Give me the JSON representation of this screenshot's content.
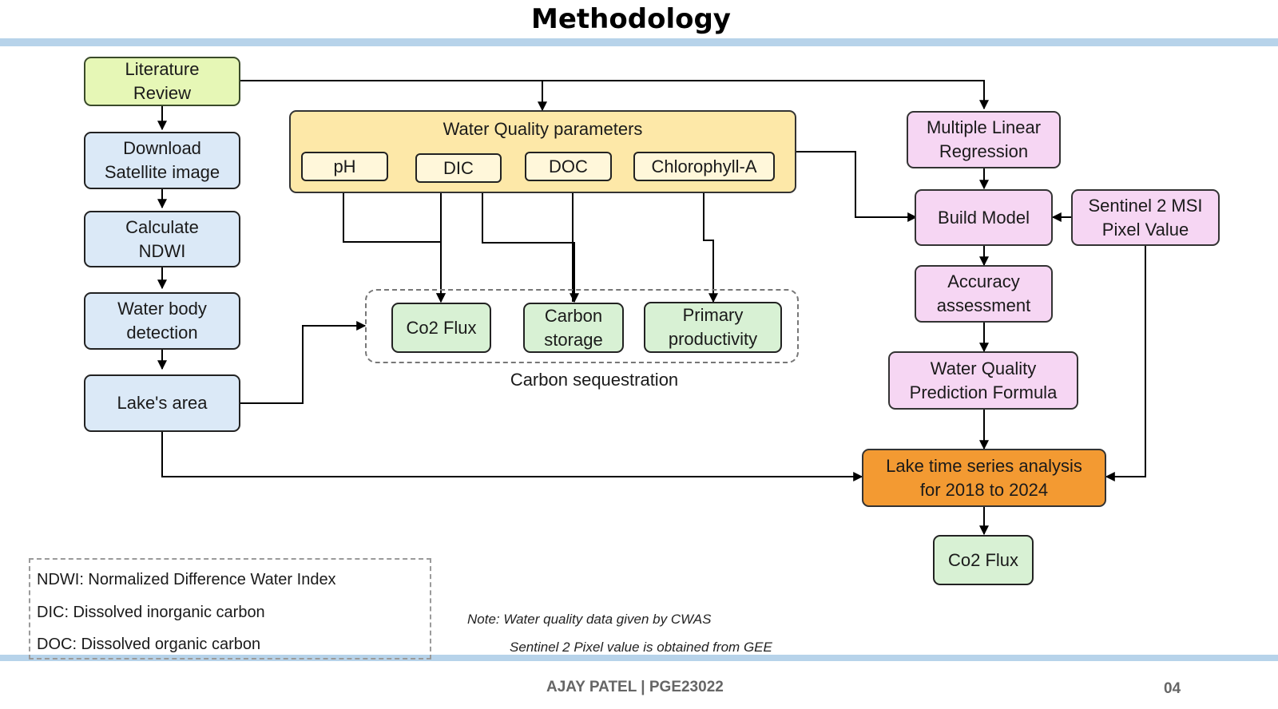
{
  "title": "Methodology",
  "boxes": {
    "literature_review": "Literature\nReview",
    "download_satellite": "Download\nSatellite image",
    "calculate_ndwi": "Calculate\nNDWI",
    "water_body_detection": "Water body\ndetection",
    "lakes_area": "Lake's area",
    "water_quality_title": "Water Quality parameters",
    "ph": "pH",
    "dic": "DIC",
    "doc": "DOC",
    "chlorophyll": "Chlorophyll-A",
    "co2_flux": "Co2 Flux",
    "carbon_storage": "Carbon\nstorage",
    "primary_productivity": "Primary\nproductivity",
    "carbon_sequestration": "Carbon sequestration",
    "multiple_linear_regression": "Multiple Linear\nRegression",
    "build_model": "Build Model",
    "sentinel_pixel": "Sentinel 2 MSI\nPixel Value",
    "accuracy_assessment": "Accuracy\nassessment",
    "wq_prediction_formula": "Water Quality\nPrediction Formula",
    "lake_time_series": "Lake time series analysis\nfor 2018 to 2024",
    "co2_flux_output": "Co2 Flux"
  },
  "legend": [
    "NDWI: Normalized Difference Water Index",
    "DIC: Dissolved inorganic carbon",
    "DOC: Dissolved organic carbon"
  ],
  "notes": {
    "line1": "Note: Water quality data given by CWAS",
    "line2": "Sentinel 2 Pixel value is obtained from GEE"
  },
  "footer": {
    "author": "AJAY PATEL | PGE23022",
    "page": "04"
  },
  "colors": {
    "band": "#b7d3ea",
    "literature": "#e6f7b6",
    "blue_boxes": "#dbe9f7",
    "yellow_group": "#fde8a8",
    "green_boxes": "#d8f1d4",
    "pink_boxes": "#f6d6f3",
    "orange_box": "#f39a32"
  }
}
